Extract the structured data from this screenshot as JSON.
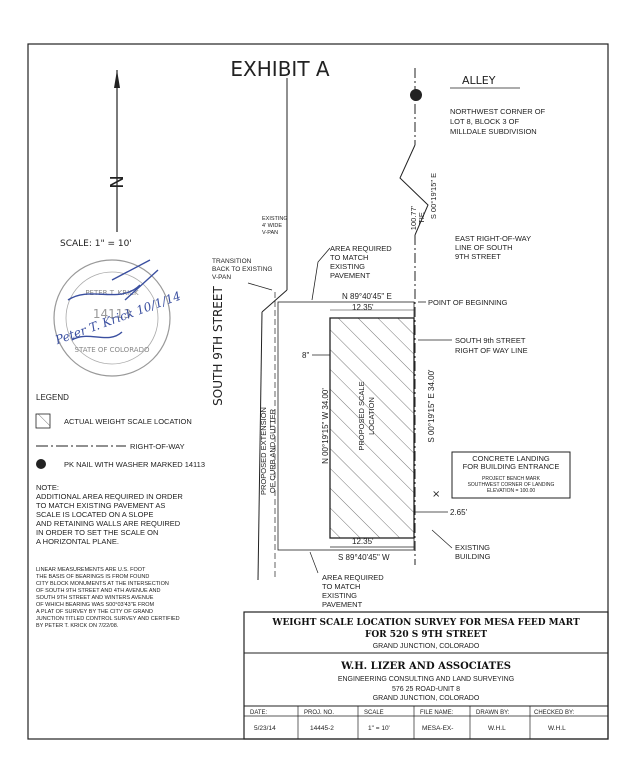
{
  "title": "EXHIBIT A",
  "alley": "ALLEY",
  "nw_corner": [
    "NORTHWEST CORNER OF",
    "LOT 8, BLOCK 3 OF",
    "MILLDALE SUBDIVISION"
  ],
  "tie_distance": "100.77'",
  "tie_label": "TIE",
  "tie_bearing": "S 00°19'15\" E",
  "east_row": [
    "EAST RIGHT-OF-WAY",
    "LINE OF SOUTH",
    "9TH STREET"
  ],
  "existing_vpan": [
    "EXISTING",
    "4' WIDE",
    "V-PAN"
  ],
  "transition": [
    "TRANSITION",
    "BACK TO EXISTING",
    "V-PAN"
  ],
  "area_required_top": [
    "AREA REQUIRED",
    "TO MATCH",
    "EXISTING",
    "PAVEMENT"
  ],
  "north_arrow_label": "N",
  "scale_text": "SCALE:  1\" = 10'",
  "street_label": "SOUTH 9TH STREET",
  "bearing_top": "N 89°40'45\" E",
  "dist_top": "12.35'",
  "point_of_beginning": "POINT OF BEGINNING",
  "south_row": [
    "SOUTH 9th STREET",
    "RIGHT OF WAY LINE"
  ],
  "eight_inch": "8\"",
  "bearing_left": "N 00°19'15\" W  34.00'",
  "bearing_right": "S 00°19'15\" E  34.00'",
  "scale_location_label": [
    "PROPOSED SCALE",
    "LOCATION"
  ],
  "curb_label": [
    "PROPOSED EXTENSION",
    "OF CURB AND GUTTER"
  ],
  "concrete_landing": [
    "CONCRETE LANDING",
    "FOR BUILDING ENTRANCE"
  ],
  "bench_mark": [
    "PROJECT BENCH MARK",
    "SOUTHWEST CORNER OF LANDING",
    "ELEVATION = 100.00"
  ],
  "dim_265": "2.65'",
  "dist_bottom": "12.35'",
  "bearing_bottom": "S 89°40'45\" W",
  "existing_building": [
    "EXISTING",
    "BUILDING"
  ],
  "area_required_bottom": [
    "AREA REQUIRED",
    "TO MATCH",
    "EXISTING",
    "PAVEMENT"
  ],
  "seal_signature": "Peter T. Krick 10/1/14",
  "legend": {
    "title": "LEGEND",
    "items": [
      {
        "symbol": "hatch-box",
        "label": "ACTUAL WEIGHT SCALE LOCATION"
      },
      {
        "symbol": "row-line",
        "label": "RIGHT-OF-WAY"
      },
      {
        "symbol": "dot",
        "label": "PK NAIL WITH WASHER MARKED 14113"
      }
    ]
  },
  "note": [
    "NOTE:",
    "ADDITIONAL AREA REQUIRED IN ORDER",
    "TO MATCH EXISTING PAVEMENT AS",
    "SCALE IS LOCATED ON A SLOPE",
    "AND RETAINING WALLS ARE REQUIRED",
    "IN ORDER TO SET THE SCALE ON",
    "A HORIZONTAL PLANE."
  ],
  "basis": [
    "LINEAR MEASUREMENTS ARE U.S. FOOT",
    "THE BASIS OF BEARINGS IS FROM FOUND",
    "CITY BLOCK MONUMENTS AT THE INTERSECTION",
    "OF SOUTH 9TH STREET AND 4TH AVENUE AND",
    "SOUTH 9TH STREET AND WINTERS AVENUE",
    "OF WHICH BEARING WAS S00°03'43\"E FROM",
    "A PLAT OF SURVEY BY THE CITY OF GRAND",
    "JUNCTION TITLED CONTROL SURVEY AND CERTIFIED",
    "BY PETER T. KRICK ON 7/22/08."
  ],
  "title_block": {
    "line1": "WEIGHT SCALE LOCATION SURVEY FOR MESA FEED MART",
    "line2": "FOR 520 S 9TH STREET",
    "line3": "GRAND JUNCTION, COLORADO",
    "company": "W.H. LIZER AND ASSOCIATES",
    "services": "ENGINEERING CONSULTING AND LAND SURVEYING",
    "address1": "576 25 ROAD-UNIT 8",
    "address2": "GRAND JUNCTION, COLORADO",
    "headers": [
      "DATE:",
      "PROJ. NO.",
      "SCALE",
      "FILE NAME:",
      "DRAWN BY:",
      "CHECKED BY:"
    ],
    "values": [
      "5/23/14",
      "14445-2",
      "1\" = 10'",
      "MESA-EX-",
      "W.H.L",
      "W.H.L"
    ]
  }
}
